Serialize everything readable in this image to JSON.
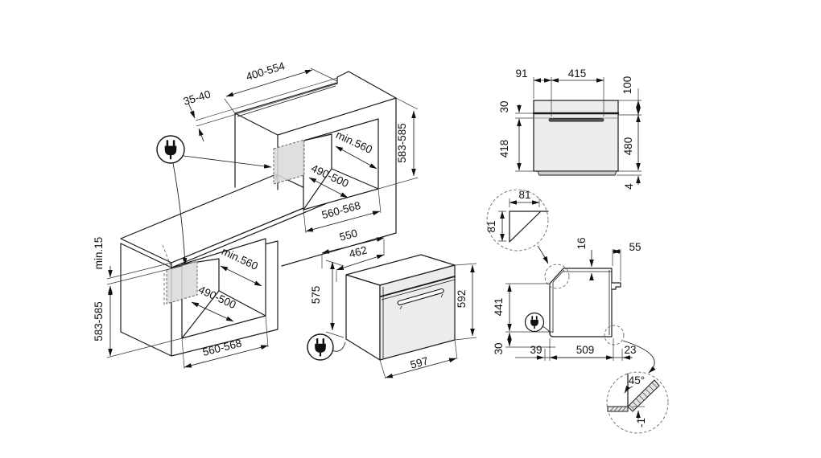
{
  "diagram": {
    "title": "built-in oven installation drawing",
    "colors": {
      "line": "#1a1a1a",
      "door_fill": "#ececec",
      "panel_fill": "#e0e0e0",
      "patch_fill": "#d9d9d9"
    },
    "tall_unit": {
      "cutout_width": "400-554",
      "vent_gap": "35-40",
      "depth_min": "min.560",
      "inner_width": "490-500",
      "niche_width": "560-568",
      "niche_height": "583-585"
    },
    "base_unit": {
      "top_clearance": "min.15",
      "niche_height": "583-585",
      "depth_min": "min.560",
      "inner_width": "490-500",
      "niche_width": "560-568"
    },
    "oven": {
      "depth": "550",
      "door_depth": "462",
      "height_front": "575",
      "height": "592",
      "width": "597"
    },
    "front": {
      "handle_inset": "91",
      "handle_length": "415",
      "panel_drop": "100",
      "panel_gap": "30",
      "door_height": "418",
      "rear_height": "480",
      "foot": "4"
    },
    "corner": {
      "chamfer_w": "81",
      "chamfer_h": "81"
    },
    "side": {
      "top_recess": "16",
      "rear_clear": "55",
      "front_height": "441",
      "bottom_clear": "30",
      "front_gap": "39",
      "depth": "509",
      "rear_gap": "23"
    },
    "angle": {
      "angle": "45°",
      "tolerance": "-1"
    }
  }
}
